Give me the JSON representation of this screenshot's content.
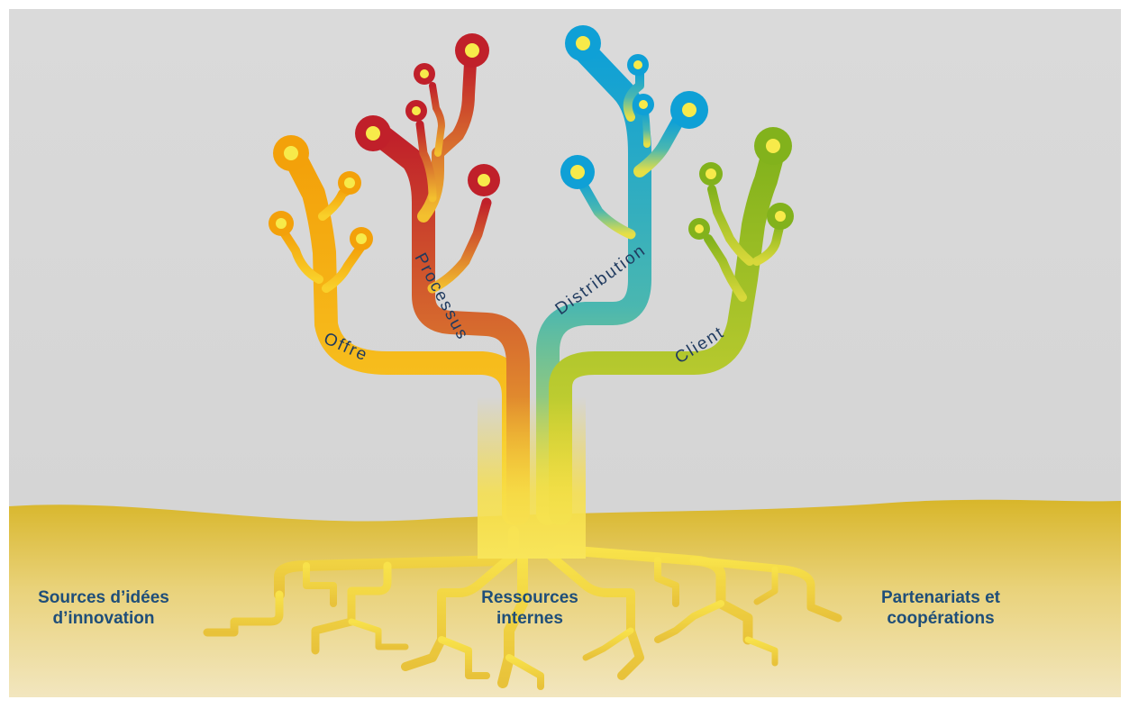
{
  "branches": {
    "offre": "Offre",
    "processus": "Processus",
    "distribution": "Distribution",
    "client": "Client"
  },
  "ground": {
    "left": [
      "Sources d’idées",
      "d’innovation"
    ],
    "center": [
      "Ressources",
      "internes"
    ],
    "right": [
      "Partenariats et",
      "coopérations"
    ]
  },
  "colors": {
    "sky": "#d9d9d9",
    "offre": "#f5a800",
    "processus": "#c0282d",
    "distribution": "#1aa3d6",
    "client": "#8cb820",
    "roots": "#f6e04a",
    "bulb_center": "#f7ea4a",
    "label_text": "#1f4e79"
  }
}
